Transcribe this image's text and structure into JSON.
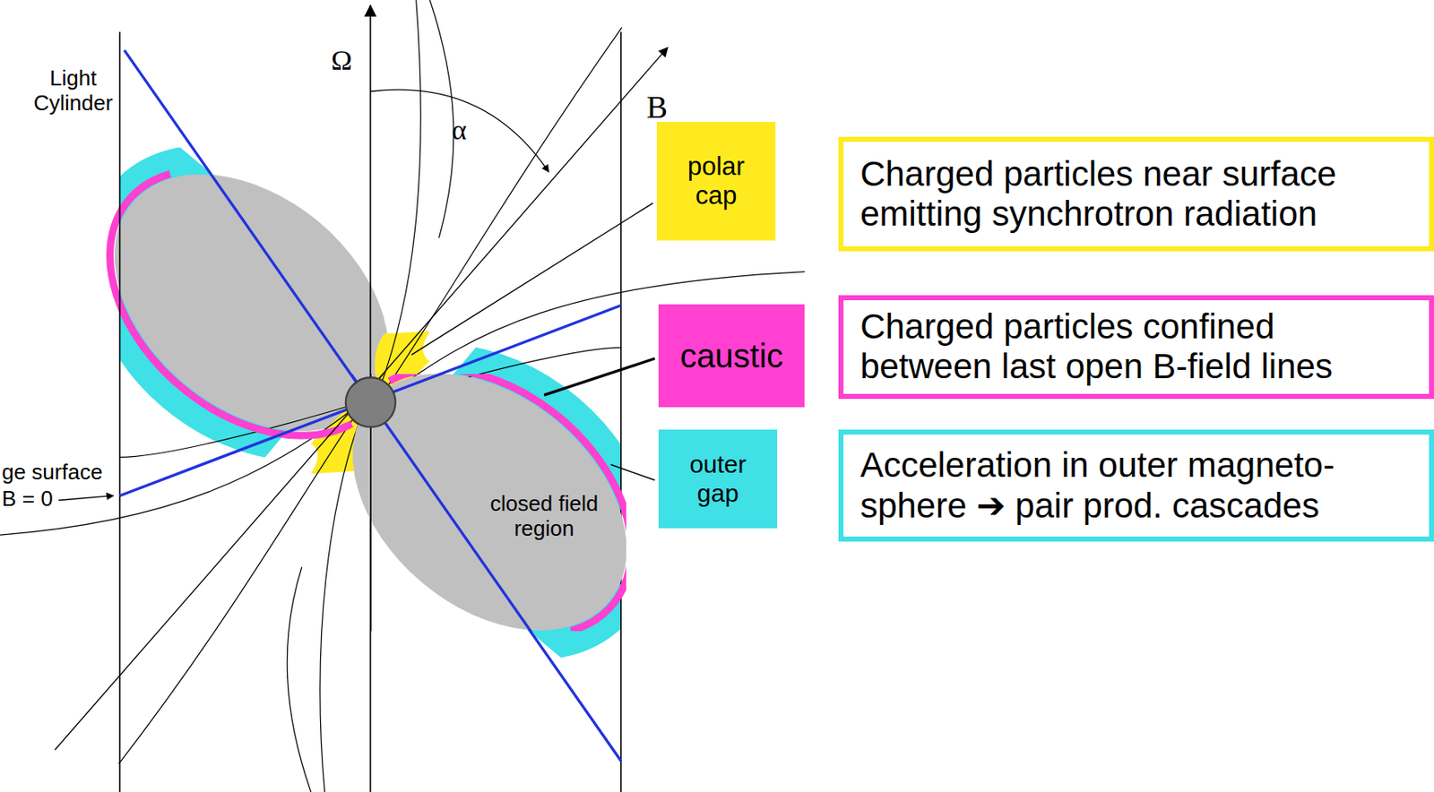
{
  "diagram": {
    "nodes": [
      {
        "text": [
          "polar cap"
        ]
      },
      {
        "text": [
          "Charged particles near surface emitting synchrotron radiation"
        ]
      },
      {
        "text": [
          "caustic"
        ]
      },
      {
        "text": [
          "Charged particles confined between last open B-field lines"
        ]
      },
      {
        "text": [
          "outer gap"
        ]
      },
      {
        "text": [
          "Acceleration in outer magneto- sphere ➔ pair prod. cascades"
        ]
      },
      {
        "text": [
          "closed field region"
        ]
      }
    ],
    "labels": [
      "Light Cylinder",
      "Ω",
      "α",
      "B",
      "ge surface",
      "B = 0"
    ]
  }
}
